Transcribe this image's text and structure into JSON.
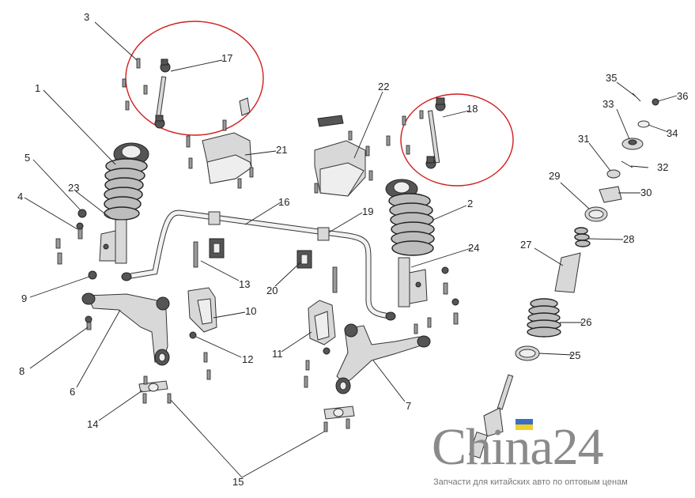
{
  "callouts": [
    {
      "id": "1",
      "label": "1"
    },
    {
      "id": "2",
      "label": "2"
    },
    {
      "id": "3",
      "label": "3"
    },
    {
      "id": "4",
      "label": "4"
    },
    {
      "id": "5",
      "label": "5"
    },
    {
      "id": "6",
      "label": "6"
    },
    {
      "id": "7",
      "label": "7"
    },
    {
      "id": "8",
      "label": "8"
    },
    {
      "id": "9",
      "label": "9"
    },
    {
      "id": "10",
      "label": "10"
    },
    {
      "id": "11",
      "label": "11"
    },
    {
      "id": "12",
      "label": "12"
    },
    {
      "id": "13",
      "label": "13"
    },
    {
      "id": "14",
      "label": "14"
    },
    {
      "id": "15",
      "label": "15"
    },
    {
      "id": "16",
      "label": "16"
    },
    {
      "id": "17",
      "label": "17"
    },
    {
      "id": "18",
      "label": "18"
    },
    {
      "id": "19",
      "label": "19"
    },
    {
      "id": "20",
      "label": "20"
    },
    {
      "id": "21",
      "label": "21"
    },
    {
      "id": "22",
      "label": "22"
    },
    {
      "id": "23",
      "label": "23"
    },
    {
      "id": "24",
      "label": "24"
    },
    {
      "id": "25",
      "label": "25"
    },
    {
      "id": "26",
      "label": "26"
    },
    {
      "id": "27",
      "label": "27"
    },
    {
      "id": "28",
      "label": "28"
    },
    {
      "id": "29",
      "label": "29"
    },
    {
      "id": "30",
      "label": "30"
    },
    {
      "id": "31",
      "label": "31"
    },
    {
      "id": "32",
      "label": "32"
    },
    {
      "id": "33",
      "label": "33"
    },
    {
      "id": "34",
      "label": "34"
    },
    {
      "id": "35",
      "label": "35"
    },
    {
      "id": "36",
      "label": "36"
    }
  ],
  "highlight_color": "#d11e1e",
  "watermark": {
    "logo": "China24",
    "tagline": "Запчасти для китайских авто по оптовым ценам",
    "flag_colors": [
      "#3a6fc4",
      "#f2cf2a"
    ]
  }
}
